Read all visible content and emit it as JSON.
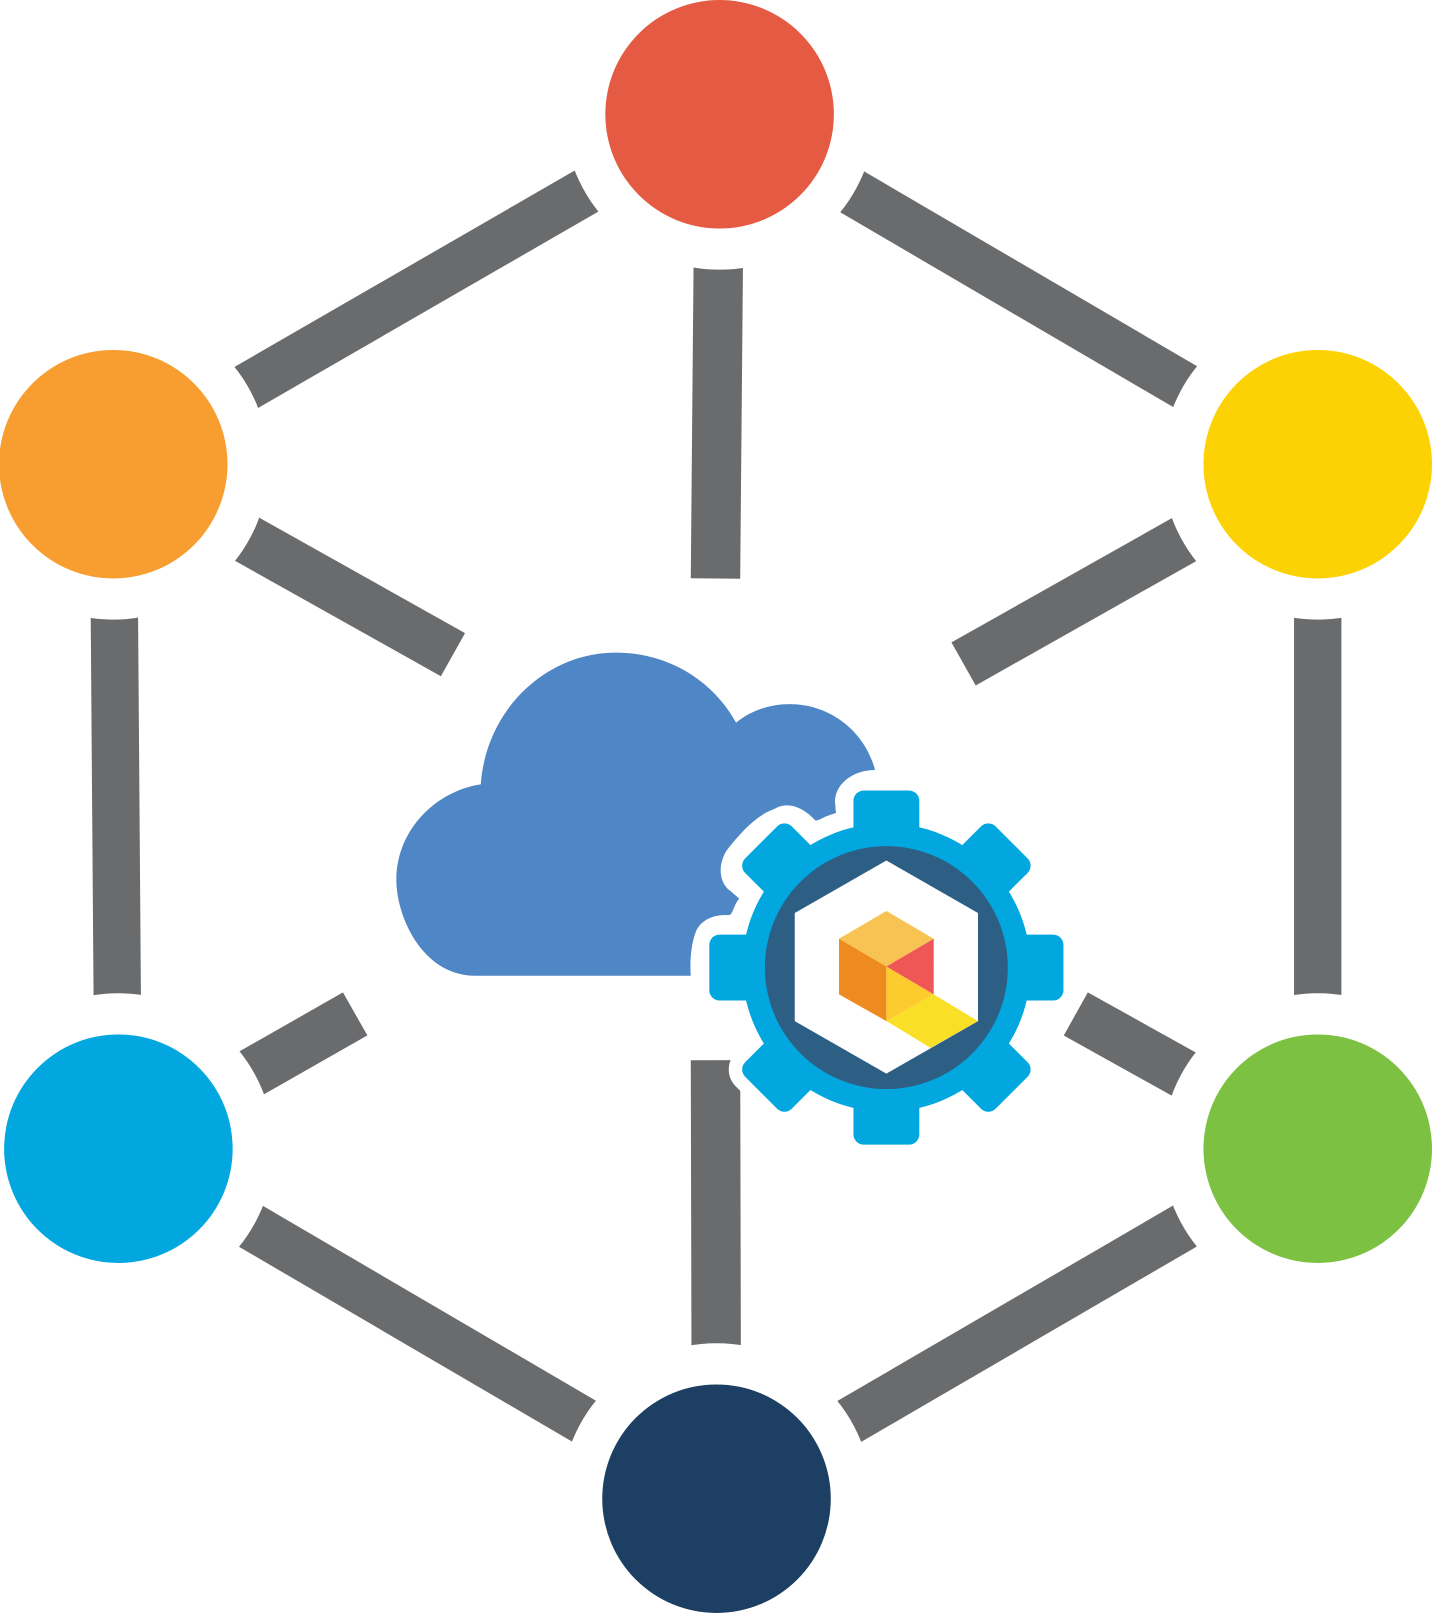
{
  "colors": {
    "background": "#FFFFFF",
    "connector": "#6A6B6D",
    "cloud": "#4F86C6",
    "gear": "#02A7DF",
    "gear_inner": "#2D5F85",
    "hexagon": "#FFFFFF"
  },
  "nodes": [
    {
      "name": "top",
      "color": "#E55A42"
    },
    {
      "name": "upper-left",
      "color": "#F89E31"
    },
    {
      "name": "upper-right",
      "color": "#FDD205"
    },
    {
      "name": "lower-left",
      "color": "#02A7DF"
    },
    {
      "name": "lower-right",
      "color": "#7CC142"
    },
    {
      "name": "bottom",
      "color": "#1D3F63"
    }
  ],
  "cube_colors": {
    "top": "#F7C352",
    "left": "#EE8B20",
    "right": "#EF5656",
    "front_lower": "#FDCB2E",
    "front_right": "#F9E027"
  },
  "icons": [
    "cloud-icon",
    "gear-icon",
    "cube-icon"
  ]
}
